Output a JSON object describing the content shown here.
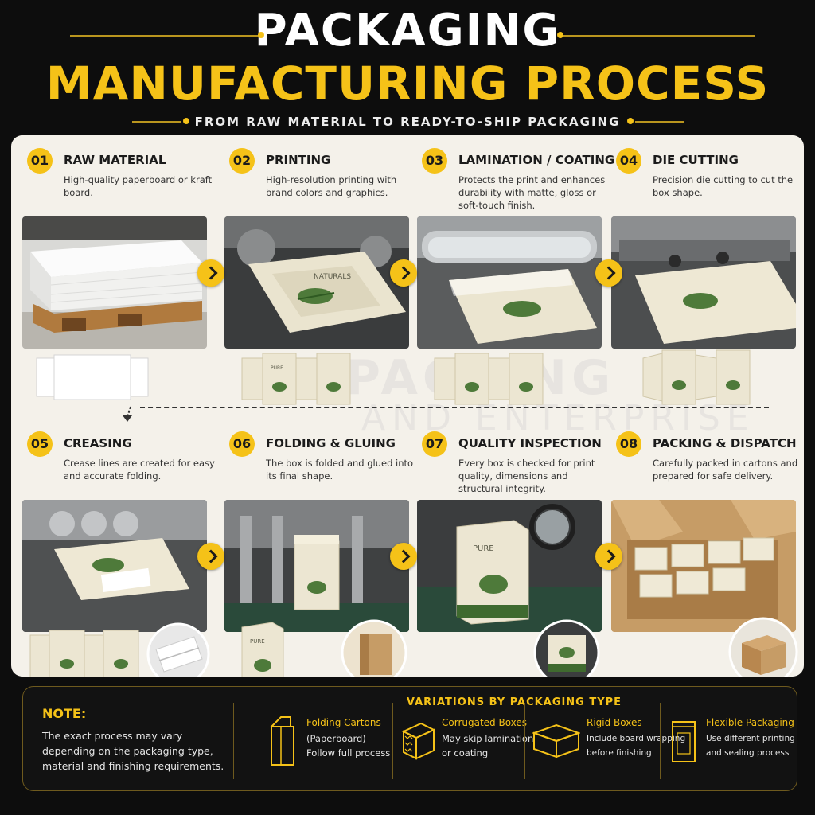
{
  "header": {
    "title_line1": "PACKAGING",
    "title_line2": "MANUFACTURING PROCESS",
    "subtitle": "FROM RAW MATERIAL TO READY-TO-SHIP PACKAGING"
  },
  "watermark": {
    "line1": "PACKING",
    "line2": "AND ENTERPRISE"
  },
  "steps": [
    {
      "num": "01",
      "title": "RAW MATERIAL",
      "desc": "High-quality paperboard or kraft board."
    },
    {
      "num": "02",
      "title": "PRINTING",
      "desc": "High-resolution printing with brand colors and graphics."
    },
    {
      "num": "03",
      "title": "LAMINATION / COATING",
      "desc": "Protects the print and enhances durability with matte, gloss or soft-touch finish."
    },
    {
      "num": "04",
      "title": "DIE CUTTING",
      "desc": "Precision die cutting to cut the box shape."
    },
    {
      "num": "05",
      "title": "CREASING",
      "desc": "Crease lines are created for easy and accurate folding."
    },
    {
      "num": "06",
      "title": "FOLDING & GLUING",
      "desc": "The box is folded and glued into its final shape."
    },
    {
      "num": "07",
      "title": "QUALITY INSPECTION",
      "desc": "Every box is checked for print quality, dimensions and structural integrity."
    },
    {
      "num": "08",
      "title": "PACKING & DISPATCH",
      "desc": "Carefully packed in cartons and prepared for safe delivery."
    }
  ],
  "box_brand": {
    "line1": "PURE",
    "line2": "NATURALS"
  },
  "note": {
    "title": "NOTE:",
    "text": "The exact process may vary depending on the packaging type, material and finishing requirements."
  },
  "variations": {
    "title": "VARIATIONS BY PACKAGING TYPE",
    "items": [
      {
        "name": "Folding Cartons",
        "desc1": "(Paperboard)",
        "desc2": "Follow full process",
        "icon": "carton-icon"
      },
      {
        "name": "Corrugated Boxes",
        "desc1": "May skip lamination",
        "desc2": "or coating",
        "icon": "corrugated-box-icon"
      },
      {
        "name": "Rigid Boxes",
        "desc1": "Include board wrapping",
        "desc2": "before finishing",
        "icon": "rigid-box-icon"
      },
      {
        "name": "Flexible Packaging",
        "desc1": "Use different printing",
        "desc2": "and sealing process",
        "icon": "pouch-icon"
      }
    ]
  },
  "colors": {
    "accent": "#f5c218",
    "background": "#0d0d0d",
    "panel": "#f4f1ea"
  }
}
